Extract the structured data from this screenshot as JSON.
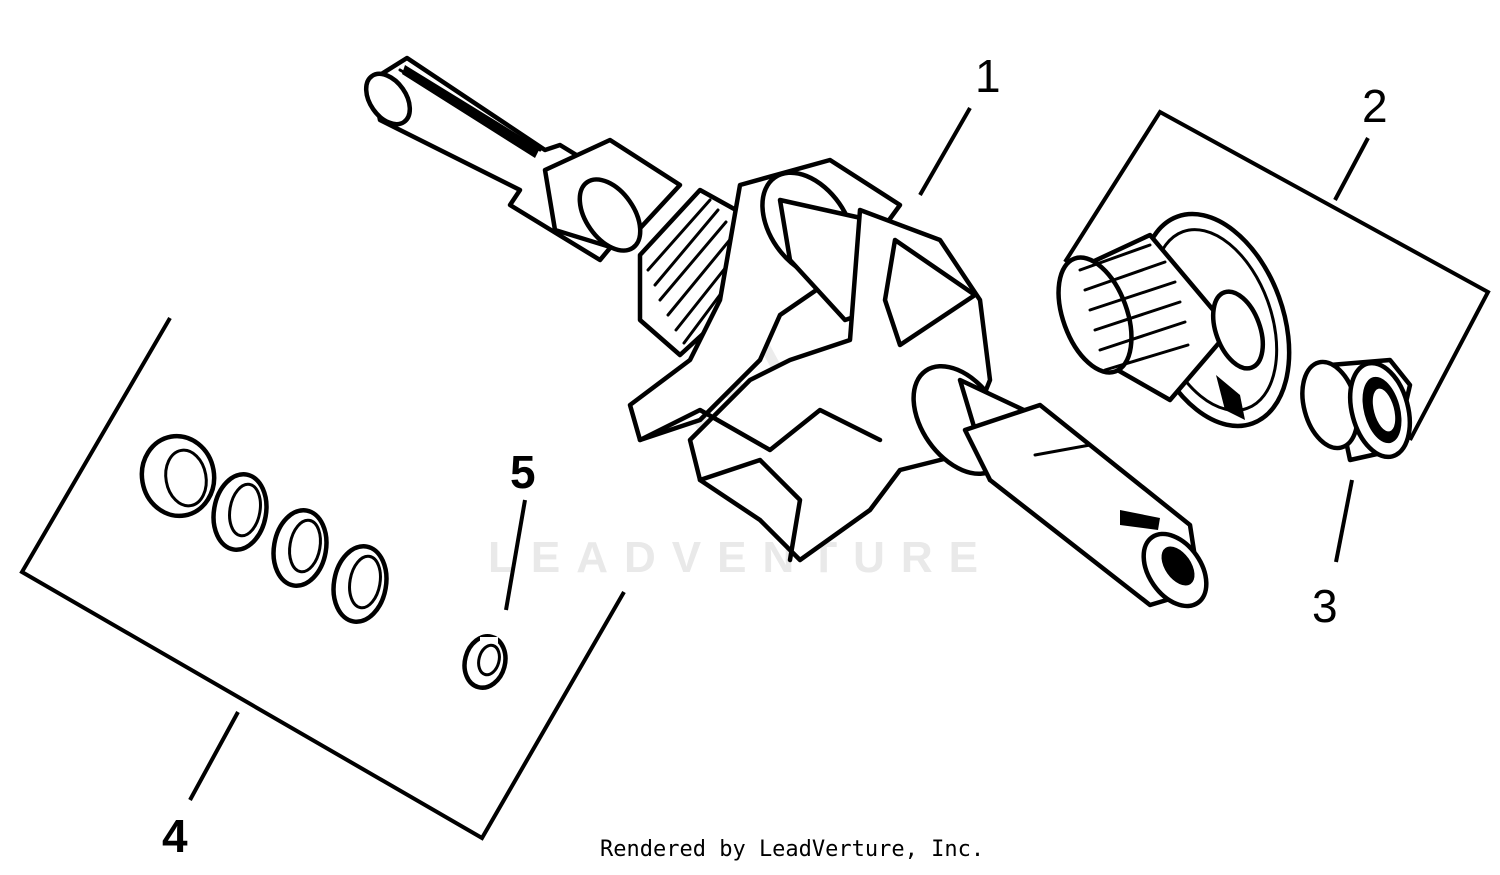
{
  "diagram": {
    "callouts": {
      "c1": "1",
      "c2": "2",
      "c3": "3",
      "c4": "4",
      "c5": "5"
    },
    "watermark": "LEADVENTURE",
    "credit": "Rendered by LeadVerture, Inc."
  }
}
